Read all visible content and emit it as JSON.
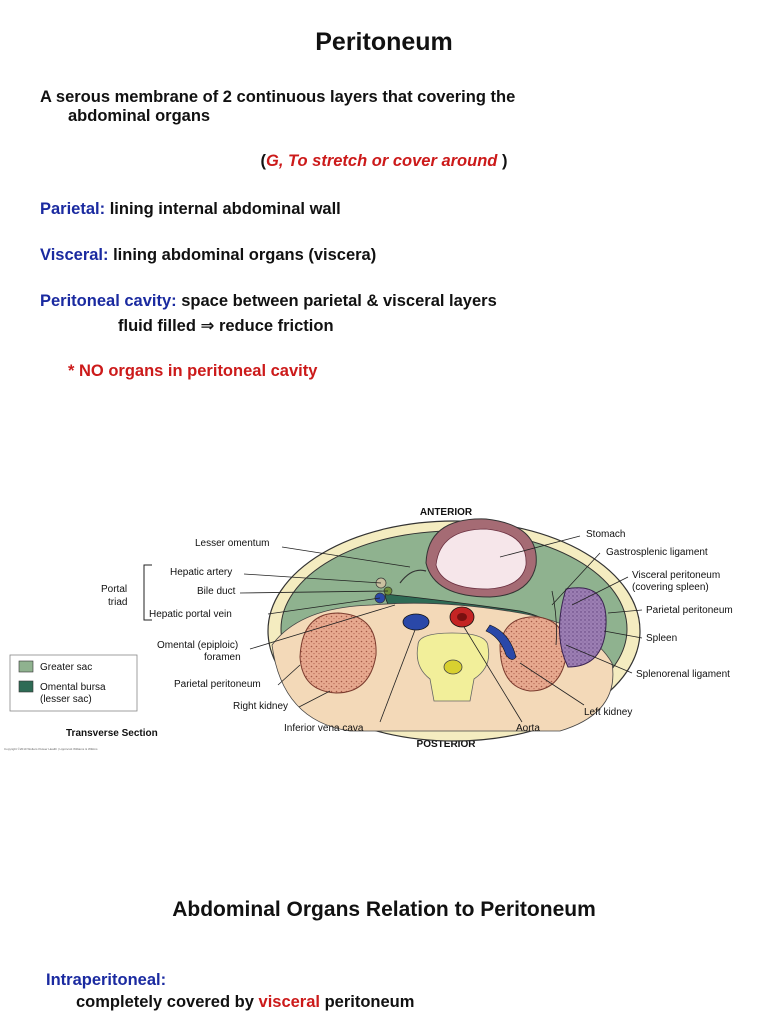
{
  "title": "Peritoneum",
  "definition": {
    "line1": "A serous membrane of 2 continuous layers that covering the",
    "line2": "abdominal organs"
  },
  "etymology": {
    "open": "(",
    "text": "G, To stretch or cover around",
    "close": ")"
  },
  "parietal": {
    "term": "Parietal:",
    "text": "lining internal abdominal wall"
  },
  "visceral": {
    "term": "Visceral:",
    "text": "lining abdominal organs (viscera)"
  },
  "cavity": {
    "term": "Peritoneal cavity:",
    "text": "space between parietal & visceral layers",
    "note_a": "fluid filled",
    "arrow": "⇒",
    "note_b": "reduce friction"
  },
  "warning": "* NO organs in peritoneal cavity",
  "figure": {
    "anterior": "ANTERIOR",
    "posterior": "POSTERIOR",
    "section": "Transverse Section",
    "copyright": "Copyright ©2010 Wolters Kluwer Health | Lippincott Williams & Wilkins",
    "triad": {
      "line1": "Portal",
      "line2": "triad"
    },
    "legend": {
      "greater": "Greater sac",
      "omental1": "Omental bursa",
      "omental2": "(lesser sac)",
      "greater_color": "#8fb28f",
      "omental_color": "#2e6b55"
    },
    "labels": {
      "lesser_omentum": "Lesser omentum",
      "hepatic_artery": "Hepatic artery",
      "bile_duct": "Bile duct",
      "hepatic_portal_vein": "Hepatic portal vein",
      "omental_foramen1": "Omental (epiploic)",
      "omental_foramen2": "foramen",
      "parietal_peritoneum_left": "Parietal peritoneum",
      "right_kidney": "Right kidney",
      "ivc": "Inferior vena cava",
      "aorta": "Aorta",
      "left_kidney": "Left kidney",
      "stomach": "Stomach",
      "gastrosplenic": "Gastrosplenic ligament",
      "visceral_peritoneum1": "Visceral peritoneum",
      "visceral_peritoneum2": "(covering spleen)",
      "parietal_peritoneum_right": "Parietal peritoneum",
      "spleen": "Spleen",
      "splenorenal": "Splenorenal ligament"
    }
  },
  "section2": {
    "title": "Abdominal Organs Relation to Peritoneum",
    "intra_term": "Intraperitoneal:",
    "intra_a": "completely covered by",
    "intra_red": "visceral",
    "intra_b": "peritoneum"
  }
}
